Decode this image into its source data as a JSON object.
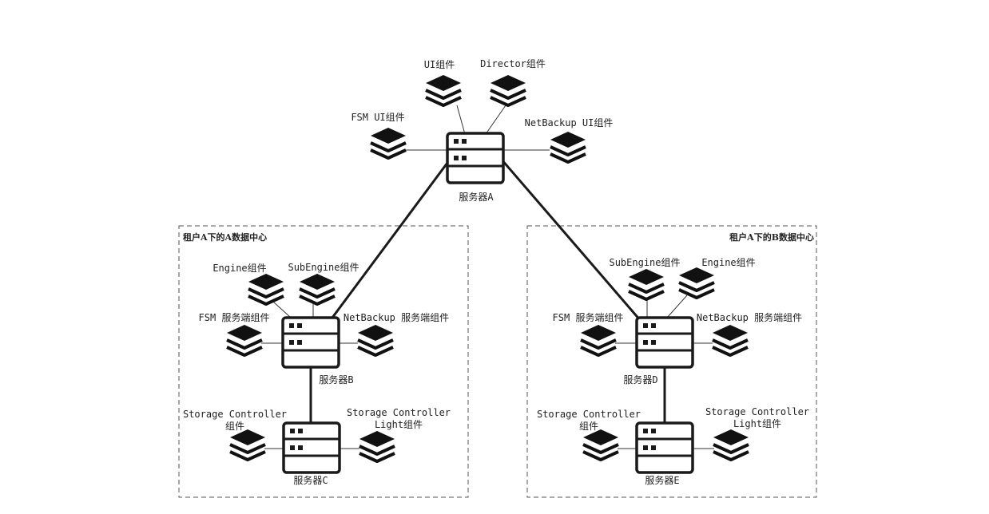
{
  "servers": {
    "a": "服务器A",
    "b": "服务器B",
    "c": "服务器C",
    "d": "服务器D",
    "e": "服务器E"
  },
  "zones": {
    "left": "租户A下的A数据中心",
    "right": "租户A下的B数据中心"
  },
  "components": {
    "a_ui": "UI组件",
    "a_director": "Director组件",
    "a_fsm_ui": "FSM UI组件",
    "a_netbackup_ui": "NetBackup UI组件",
    "b_engine": "Engine组件",
    "b_subengine": "SubEngine组件",
    "b_fsm": "FSM 服务端组件",
    "b_netbackup": "NetBackup 服务端组件",
    "c_storage_line1": "Storage Controller",
    "c_storage_line2": "组件",
    "c_light_line1": "Storage Controller",
    "c_light_line2": "Light组件",
    "d_subengine": "SubEngine组件",
    "d_engine": "Engine组件",
    "d_fsm": "FSM 服务端组件",
    "d_netbackup": "NetBackup 服务端组件",
    "e_storage_line1": "Storage Controller",
    "e_storage_line2": "组件",
    "e_light_line1": "Storage Controller",
    "e_light_line2": "Light组件"
  },
  "icons": {
    "component": "layer-stack-icon",
    "server": "server-rack-icon"
  },
  "colors": {
    "line": "#1a1a1a",
    "zone_border": "#555555"
  }
}
